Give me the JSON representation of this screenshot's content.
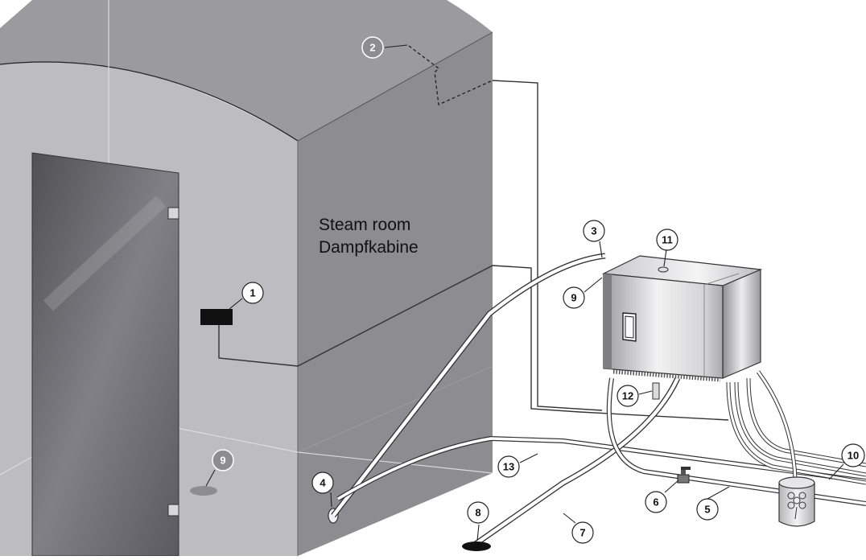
{
  "room_label": {
    "line1": "Steam room",
    "line2": "Dampfkabine"
  },
  "callouts": [
    {
      "key": "control_panel",
      "label": "1"
    },
    {
      "key": "sensor",
      "label": "2"
    },
    {
      "key": "steam_pipe",
      "label": "3"
    },
    {
      "key": "steam_nozzle",
      "label": "4"
    },
    {
      "key": "water_supply",
      "label": "5"
    },
    {
      "key": "shutoff_valve",
      "label": "6"
    },
    {
      "key": "drain_pipe",
      "label": "7"
    },
    {
      "key": "floor_drain",
      "label": "8"
    },
    {
      "key": "generator_side",
      "label": "9"
    },
    {
      "key": "floor_marker",
      "label": "9"
    },
    {
      "key": "power_cable",
      "label": "10"
    },
    {
      "key": "top_port",
      "label": "11"
    },
    {
      "key": "bottom_outlet",
      "label": "12"
    },
    {
      "key": "control_cable",
      "label": "13"
    }
  ],
  "colors": {
    "room_face": "#8a8a8f",
    "room_side": "#b9b9bd",
    "door_glass": "#6e6e73",
    "callout_dark": "#8a8a8f"
  }
}
